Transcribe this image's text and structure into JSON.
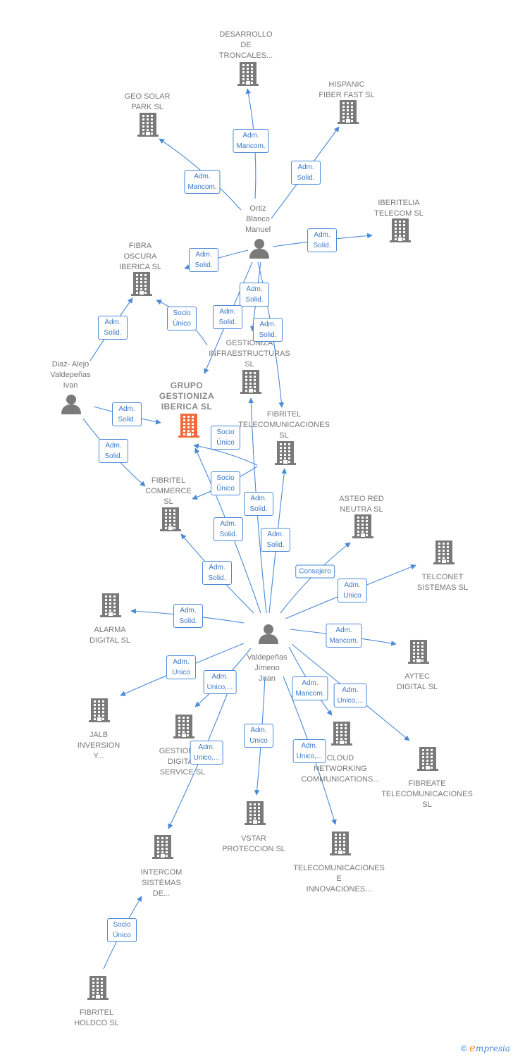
{
  "colors": {
    "edge": "#4a8ad8",
    "node": "#7a7a7a",
    "main": "#f06a3a",
    "text": "#777777"
  },
  "nodes": [
    {
      "id": "desarrollo",
      "type": "company",
      "label": "DESARROLLO\nDE\nTRONCALES..."
    },
    {
      "id": "geosolar",
      "type": "company",
      "label": "GEO SOLAR\nPARK  SL"
    },
    {
      "id": "hispanic",
      "type": "company",
      "label": "HISPANIC\nFIBER FAST  SL"
    },
    {
      "id": "iberitelia",
      "type": "company",
      "label": "IBERITELIA\nTELECOM  SL"
    },
    {
      "id": "ortiz",
      "type": "person",
      "label": "Ortiz\nBlanco\nManuel"
    },
    {
      "id": "fibraoscura",
      "type": "company",
      "label": "FIBRA\nOSCURA\nIBERICA  SL"
    },
    {
      "id": "gestioniza_inf",
      "type": "company",
      "label": "GESTIONIZA\nINFRAESTRUCTURAS\nSL"
    },
    {
      "id": "diaz",
      "type": "person",
      "label": "Diaz- Alejo\nValdepeñas\nIvan"
    },
    {
      "id": "grupo",
      "type": "main",
      "label": "GRUPO\nGESTIONIZA\nIBERICA  SL"
    },
    {
      "id": "fibritel_tel",
      "type": "company",
      "label": "FIBRITEL\nTELECOMUNICACIONES\nSL"
    },
    {
      "id": "fibritel_com",
      "type": "company",
      "label": "FIBRITEL\nCOMMERCE\nSL"
    },
    {
      "id": "asteo",
      "type": "company",
      "label": "ASTEO RED\nNEUTRA  SL"
    },
    {
      "id": "telconet",
      "type": "company",
      "label": "TELCONET\nSISTEMAS  SL"
    },
    {
      "id": "alarma",
      "type": "company",
      "label": "ALARMA\nDIGITAL SL"
    },
    {
      "id": "valdepenas",
      "type": "person",
      "label": "Valdepeñas\nJimeno\nJuan"
    },
    {
      "id": "aytec",
      "type": "company",
      "label": "AYTEC\nDIGITAL  SL"
    },
    {
      "id": "jalb",
      "type": "company",
      "label": "JALB\nINVERSION\nY..."
    },
    {
      "id": "gestioniza_dig",
      "type": "company",
      "label": "GESTIONIZA\nDIGITAL\nSERVICE  SL"
    },
    {
      "id": "cloud",
      "type": "company",
      "label": "CLOUD\nNETWORKING\nCOMMUNICATIONS..."
    },
    {
      "id": "fibreate",
      "type": "company",
      "label": "FIBREATE\nTELECOMUNICACIONES\nSL"
    },
    {
      "id": "vstar",
      "type": "company",
      "label": "VSTAR\nPROTECCION SL"
    },
    {
      "id": "intercom",
      "type": "company",
      "label": "INTERCOM\nSISTEMAS\nDE..."
    },
    {
      "id": "telecomunicaciones_e",
      "type": "company",
      "label": "TELECOMUNICACIONES\nE\nINNOVACIONES..."
    },
    {
      "id": "fibritel_holdco",
      "type": "company",
      "label": "FIBRITEL\nHOLDCO  SL"
    }
  ],
  "edges": [
    {
      "from": "ortiz",
      "to": "desarrollo",
      "label": "Adm.\nMancom."
    },
    {
      "from": "ortiz",
      "to": "geosolar",
      "label": "Adm.\nMancom."
    },
    {
      "from": "ortiz",
      "to": "hispanic",
      "label": "Adm.\nSolid."
    },
    {
      "from": "ortiz",
      "to": "iberitelia",
      "label": "Adm.\nSolid."
    },
    {
      "from": "ortiz",
      "to": "fibraoscura",
      "label": "Adm.\nSolid."
    },
    {
      "from": "ortiz",
      "to": "gestioniza_inf",
      "label": "Adm.\nSolid."
    },
    {
      "from": "ortiz",
      "to": "grupo",
      "label": "Adm.\nSolid."
    },
    {
      "from": "ortiz",
      "to": "fibritel_tel",
      "label": "Adm.\nSolid."
    },
    {
      "from": "gestioniza_inf",
      "to": "fibraoscura",
      "label": "Socio\nÚnico"
    },
    {
      "from": "diaz",
      "to": "fibraoscura",
      "label": "Adm.\nSolid."
    },
    {
      "from": "diaz",
      "to": "grupo",
      "label": "Adm.\nSolid."
    },
    {
      "from": "diaz",
      "to": "fibritel_com",
      "label": "Adm.\nSolid."
    },
    {
      "from": "fibritel_tel",
      "to": "grupo",
      "label": "Socio\nÚnico"
    },
    {
      "from": "fibritel_tel",
      "to": "fibritel_com",
      "label": "Socio\nÚnico"
    },
    {
      "from": "valdepenas",
      "to": "gestioniza_inf",
      "label": "Adm.\nSolid."
    },
    {
      "from": "valdepenas",
      "to": "grupo",
      "label": "Adm.\nSolid."
    },
    {
      "from": "valdepenas",
      "to": "fibritel_tel",
      "label": "Adm.\nSolid."
    },
    {
      "from": "valdepenas",
      "to": "fibritel_com",
      "label": "Adm.\nSolid."
    },
    {
      "from": "valdepenas",
      "to": "asteo",
      "label": "Consejero"
    },
    {
      "from": "valdepenas",
      "to": "telconet",
      "label": "Adm.\nUnico"
    },
    {
      "from": "valdepenas",
      "to": "alarma",
      "label": "Adm.\nSolid."
    },
    {
      "from": "valdepenas",
      "to": "aytec",
      "label": "Adm.\nMancom."
    },
    {
      "from": "valdepenas",
      "to": "jalb",
      "label": "Adm.\nUnico"
    },
    {
      "from": "valdepenas",
      "to": "gestioniza_dig",
      "label": "Adm.\nUnico,..."
    },
    {
      "from": "valdepenas",
      "to": "cloud",
      "label": "Adm.\nMancom."
    },
    {
      "from": "valdepenas",
      "to": "fibreate",
      "label": "Adm.\nUnico,..."
    },
    {
      "from": "valdepenas",
      "to": "vstar",
      "label": "Adm.\nUnico"
    },
    {
      "from": "valdepenas",
      "to": "intercom",
      "label": "Adm.\nUnico,..."
    },
    {
      "from": "valdepenas",
      "to": "telecomunicaciones_e",
      "label": "Adm.\nUnico,..."
    },
    {
      "from": "fibritel_holdco",
      "to": "intercom",
      "label": "Socio\nÚnico"
    }
  ],
  "footer": {
    "copyright": "©",
    "brand_e": "e",
    "brand_rest": "mpresia"
  }
}
